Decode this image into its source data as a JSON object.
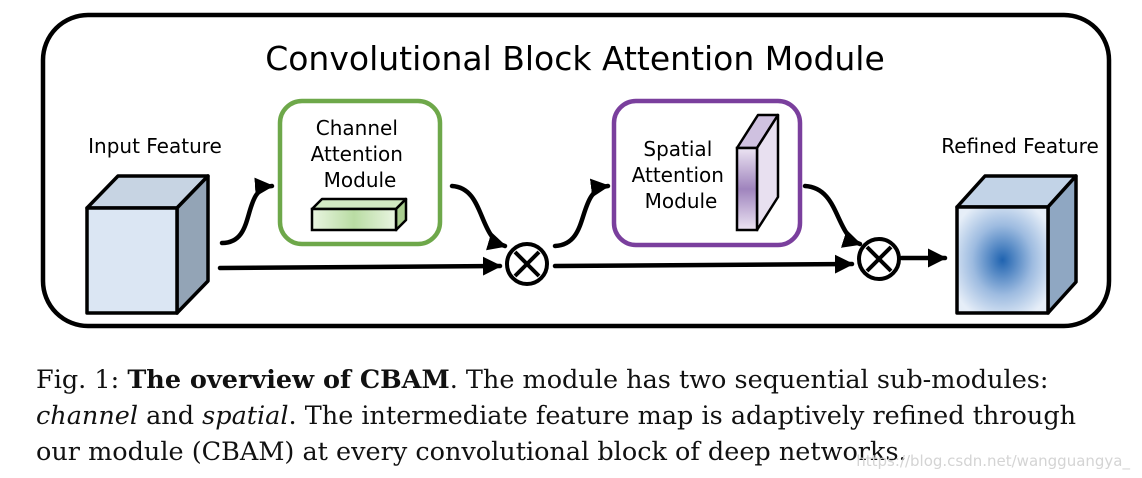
{
  "diagram": {
    "title": "Convolutional Block Attention Module",
    "input_label": "Input Feature",
    "output_label": "Refined Feature",
    "channel_module": {
      "lines": [
        "Channel",
        "Attention",
        "Module"
      ],
      "color": "#6ea84a"
    },
    "spatial_module": {
      "lines": [
        "Spatial",
        "Attention",
        "Module"
      ],
      "color": "#7a3f9d"
    },
    "multiply_symbol": "⊗"
  },
  "caption": {
    "prefix": "Fig. 1: ",
    "bold": "The overview of CBAM",
    "part1": ". The module has two sequential sub-modules: ",
    "italic1": "channel",
    "part2": " and ",
    "italic2": "spatial",
    "part3": ". The intermediate feature map is adaptively refined through our module (CBAM) at every convolutional block of deep networks."
  },
  "watermark": "https://blog.csdn.net/wangguangya_"
}
